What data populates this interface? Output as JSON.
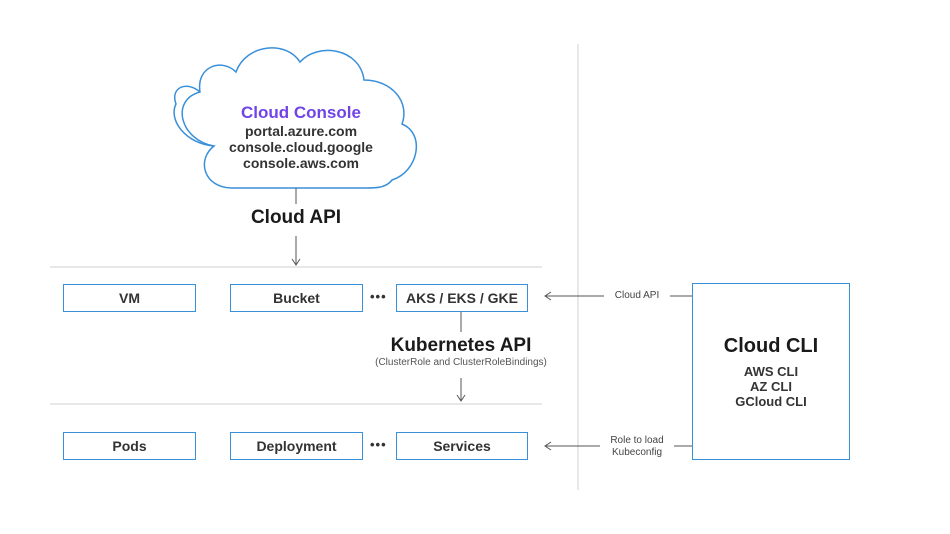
{
  "cloud": {
    "title": "Cloud Console",
    "urls": [
      "portal.azure.com",
      "console.cloud.google",
      "console.aws.com"
    ]
  },
  "cloud_api_label": "Cloud API",
  "cloud_row": {
    "items": [
      "VM",
      "Bucket",
      "AKS / EKS / GKE"
    ],
    "ellipsis": "•••"
  },
  "kubernetes_api": {
    "title": "Kubernetes API",
    "subtitle": "(ClusterRole and ClusterRoleBindings)"
  },
  "k8s_row": {
    "items": [
      "Pods",
      "Deployment",
      "Services"
    ],
    "ellipsis": "•••"
  },
  "cli": {
    "title": "Cloud CLI",
    "tools": [
      "AWS CLI",
      "AZ CLI",
      "GCloud CLI"
    ]
  },
  "arrows": {
    "cloud_api": "Cloud API",
    "role_line1": "Role to load",
    "role_line2": "Kubeconfig"
  },
  "colors": {
    "accent_purple": "#7044e8",
    "box_border": "#3a8fd9",
    "line_gray": "#d0d0d0"
  }
}
